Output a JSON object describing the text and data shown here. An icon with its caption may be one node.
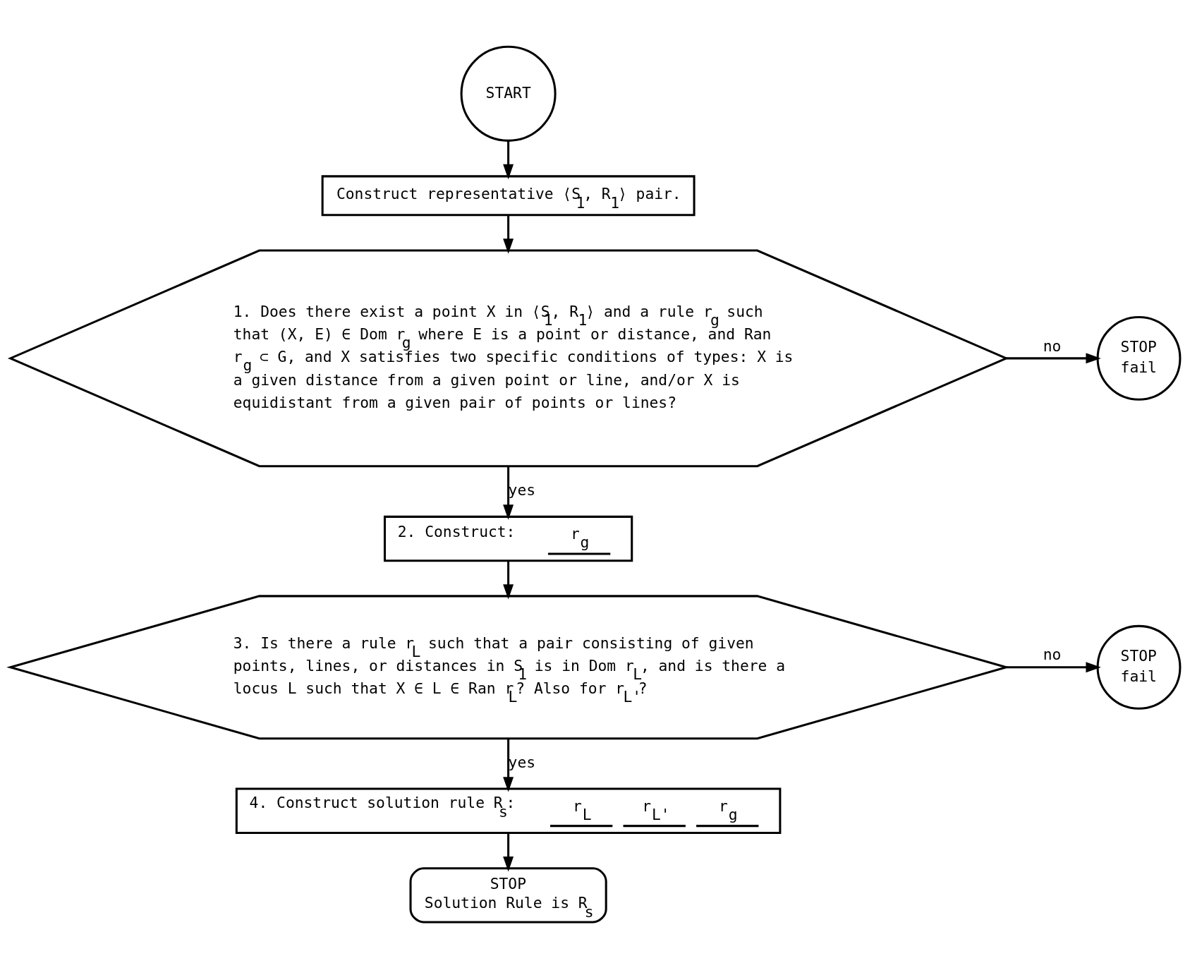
{
  "diagram": {
    "nodes": [
      {
        "text": [
          "START"
        ]
      },
      {
        "text": [
          "Construct representative ⟨S$_{1}$, R$_{1}$⟩ pair."
        ]
      },
      {
        "text": [
          "1. Does there exist a point X in ⟨S$_{1}$, R$_{1}$⟩ and a rule r$_{g}$ such that (X, E) ∈ Dom r$_{g}$ where E is a point or distance, and Ran r$_{g}$ ⊂ G, and X satisfies two specific conditions of types: X is a given distance from a given point or line, and/or X is equidistant from a given pair of points or lines?"
        ]
      },
      {
        "text": [
          "STOP",
          "fail"
        ]
      },
      {
        "text": [
          "2. Construct:",
          "r$_{g}$"
        ]
      },
      {
        "text": [
          "3. Is there a rule r$_{L}$ such that a pair consisting of given points, lines, or distances in S$_{1}$ is in Dom r$_{L}$, and is there a locus L such that X ∈ L ∈ Ran r$_{L}$? Also for r$_{L'}$?"
        ]
      },
      {
        "text": [
          "STOP",
          "fail"
        ]
      },
      {
        "text": [
          "4. Construct solution rule R$_{s}$:",
          "r$_{L}$",
          "r$_{L'}$",
          "r$_{g}$"
        ]
      },
      {
        "text": [
          "STOP",
          "Solution Rule is R$_{s}$"
        ]
      }
    ],
    "edges": [
      {
        "from": 0,
        "to": 1,
        "arrow": "to"
      },
      {
        "from": 1,
        "to": 2,
        "arrow": "to"
      },
      {
        "from": 2,
        "to": 3,
        "arrow": "to",
        "label": "no"
      },
      {
        "from": 2,
        "to": 4,
        "arrow": "to",
        "label": "yes"
      },
      {
        "from": 4,
        "to": 5,
        "arrow": "to"
      },
      {
        "from": 5,
        "to": 6,
        "arrow": "to",
        "label": "no"
      },
      {
        "from": 5,
        "to": 7,
        "arrow": "to",
        "label": "yes"
      },
      {
        "from": 7,
        "to": 8,
        "arrow": "to"
      }
    ]
  }
}
